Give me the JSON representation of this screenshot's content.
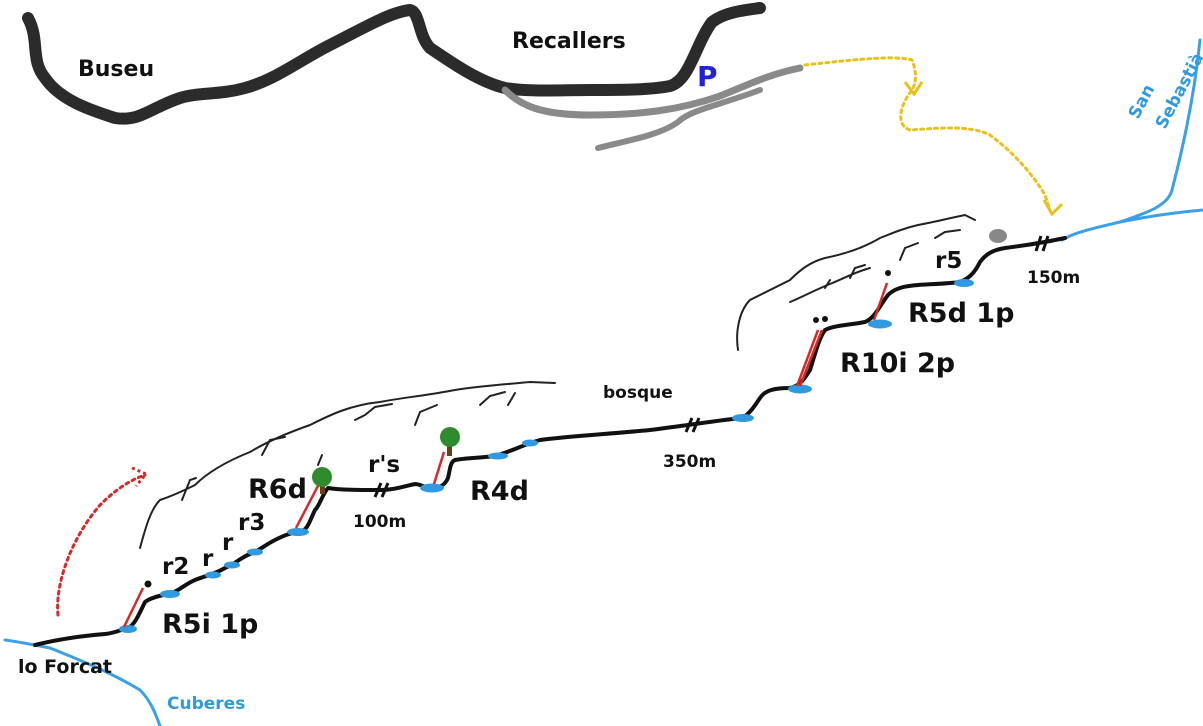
{
  "towns": {
    "buseu": "Buseu",
    "recallers": "Recallers"
  },
  "parking": "P",
  "rivers": {
    "san1": "San",
    "san2": "Sebastià",
    "cuberes": "Cuberes"
  },
  "start": "lo Forcat",
  "rappels": {
    "r5i": "R5i 1p",
    "r2": "r2",
    "ra": "r",
    "rb": "r",
    "r3": "r3",
    "r6d": "R6d",
    "rs": "r's",
    "r4d": "R4d",
    "r10i": "R10i 2p",
    "r5d": "R5d 1p",
    "r5": "r5"
  },
  "distances": {
    "d100": "100m",
    "d350": "350m",
    "d150": "150m"
  },
  "bosque": "bosque",
  "colors": {
    "road": "#2b2b2b",
    "track": "#8a8a8a",
    "river": "#3aa0e8",
    "canyon": "#111111",
    "pool": "#2f9ae0",
    "rope": "#d42a2a",
    "tree": "#2e8b2e",
    "approach": "#e8c21a",
    "exit": "#d42a2a",
    "parking": "#2222dd"
  }
}
